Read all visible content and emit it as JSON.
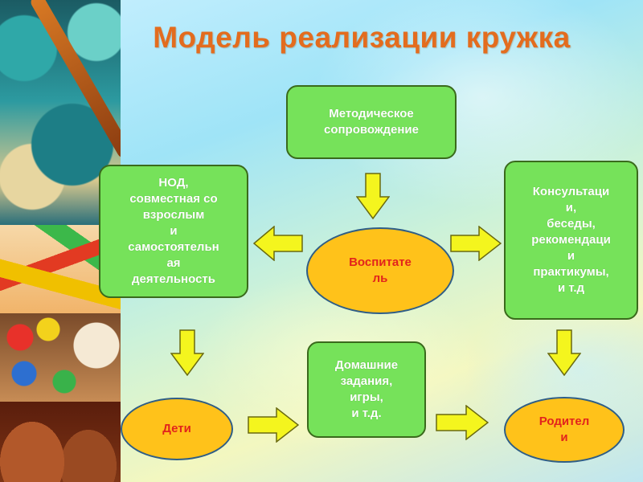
{
  "title": "Модель реализации кружка",
  "nodes": {
    "method": "Методическое\nсопровождение",
    "nod": "НОД,\nсовместная со\nвзрослым\nи\nсамостоятельн\nая\nдеятельность",
    "consult": "Консультаци\nи,\nбеседы,\nрекомендаци\nи\nпрактикумы,\nи т.д",
    "educator": "Воспитате\nль",
    "homework": "Домашние\nзадания,\nигры,\nи т.д.",
    "children": "Дети",
    "parents": "Родител\nи"
  },
  "colors": {
    "box_fill": "#76e25a",
    "box_border": "#3a6a1c",
    "oval_fill": "#ffc21a",
    "oval_text": "#e2241c",
    "arrow_fill": "#f4f51e",
    "title": "#e36c1e"
  }
}
